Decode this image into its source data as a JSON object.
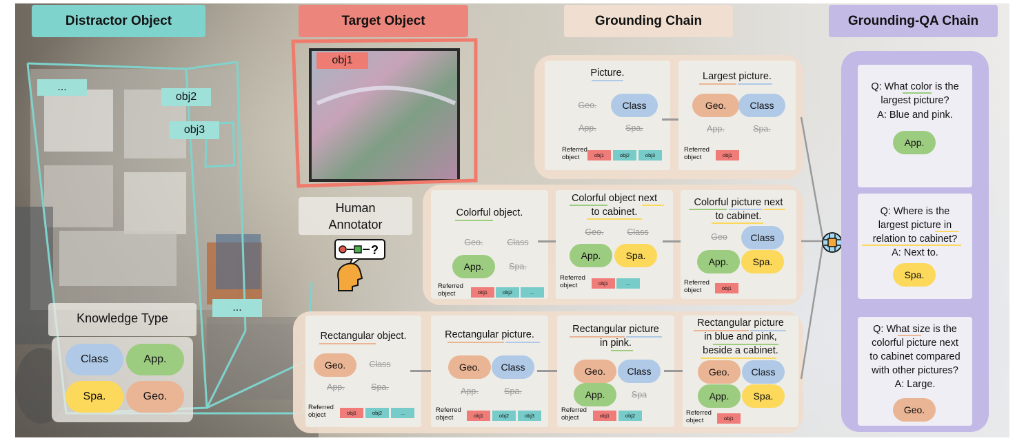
{
  "headers": {
    "distractor": "Distractor Object",
    "target": "Target Object",
    "grounding_chain": "Grounding Chain",
    "grounding_qa": "Grounding-QA Chain"
  },
  "scene_labels": {
    "obj1": "obj1",
    "obj2": "obj2",
    "obj3": "obj3",
    "dots1": "...",
    "dots2": "..."
  },
  "human_annotator": {
    "line1": "Human",
    "line2": "Annotator"
  },
  "knowledge_type": {
    "title": "Knowledge Type",
    "items": [
      "Class",
      "App.",
      "Spa.",
      "Geo."
    ]
  },
  "tags": {
    "geo": "Geo.",
    "class": "Class",
    "app": "App.",
    "spa": "Spa.",
    "spa_plain": "Spa",
    "geo_plain": "Geo"
  },
  "referred": {
    "line1": "Referred",
    "line2": "object"
  },
  "chips": {
    "obj1": "obj1",
    "obj2": "obj2",
    "obj3": "obj3",
    "dots": "..."
  },
  "row1": {
    "card1": {
      "title": "Picture."
    },
    "card2": {
      "title": "Largest picture."
    }
  },
  "row2": {
    "card1": {
      "title": "Colorful object."
    },
    "card2": {
      "line1": "Colorful object next",
      "line2": "to cabinet."
    },
    "card3": {
      "line1": "Colorful picture next",
      "line2": "to cabinet."
    }
  },
  "row3": {
    "card1": {
      "title": "Rectangular object."
    },
    "card2": {
      "title": "Rectangular picture."
    },
    "card3": {
      "line1": "Rectangular picture",
      "line2": "in pink."
    },
    "card4": {
      "line1": "Rectangular picture",
      "line2": "in blue and pink,",
      "line3": "beside a cabinet."
    }
  },
  "qa": [
    {
      "lines": [
        "Q: What color is  the",
        "largest picture?",
        "A: Blue and pink."
      ],
      "tag": "App."
    },
    {
      "lines": [
        "Q: Where is the",
        "largest picture in",
        "relation to cabinet?",
        "A: Next to."
      ],
      "tag": "Spa."
    },
    {
      "lines": [
        "Q: What size is the",
        "colorful picture next",
        "to cabinet compared",
        "with other pictures?",
        "A: Large."
      ],
      "tag": "Geo."
    }
  ],
  "colors": {
    "geo": "#eab594",
    "class": "#afc9e7",
    "app": "#9ccc7f",
    "spa": "#fcd85b",
    "distractor": "#7fd3cd",
    "target": "#ec7f72",
    "chain_panel": "#f0dece",
    "qa_panel": "#c2b9e6"
  }
}
